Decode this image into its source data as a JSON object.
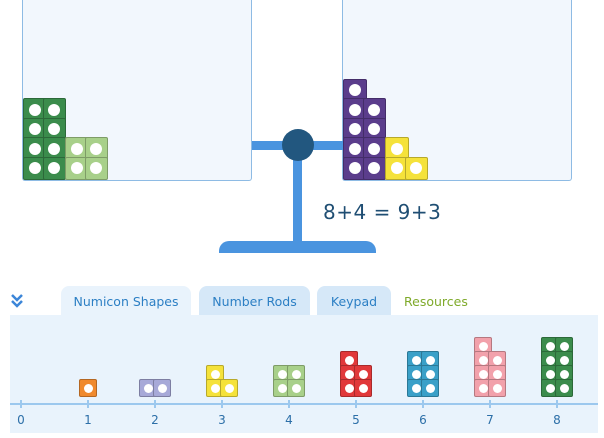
{
  "equation": "8+4 = 9+3",
  "tabs": {
    "numicon": "Numicon Shapes",
    "rods": "Number Rods",
    "keypad": "Keypad",
    "resources": "Resources"
  },
  "number_line": [
    "0",
    "1",
    "2",
    "3",
    "4",
    "5",
    "6",
    "7",
    "8"
  ],
  "numicon_colors": {
    "1": "#f08a2e",
    "2": "#a7a9d8",
    "3": "#f5e23a",
    "4": "#a8d08a",
    "5": "#e1383a",
    "6": "#3aa0c8",
    "7": "#f2a1ab",
    "8": "#3b8c4c",
    "9": "#5b3d8c"
  },
  "left_pan": [
    "8",
    "4"
  ],
  "right_pan": [
    "9",
    "3"
  ],
  "icons": {
    "collapse": "double-chevron-down-icon"
  }
}
